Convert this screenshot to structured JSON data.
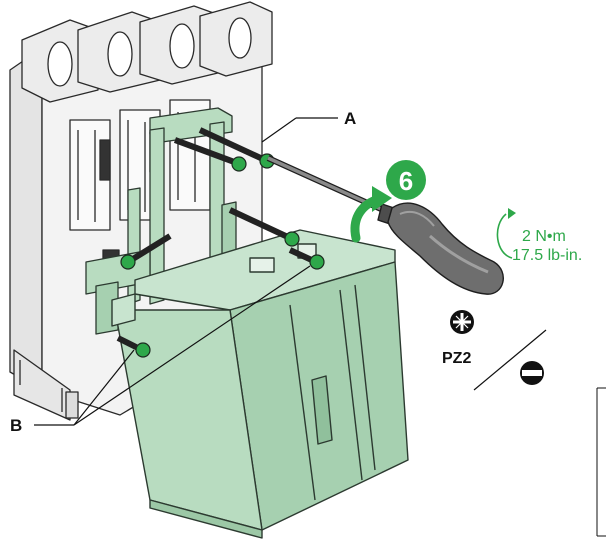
{
  "callouts": {
    "a_label": "A",
    "b_label": "B"
  },
  "step": {
    "number": "6",
    "color": "#2ea84a"
  },
  "torque": {
    "metric": "2 N•m",
    "imperial": "17.5 lb-in.",
    "color": "#2ea84a"
  },
  "tools": {
    "phillips_label": "PZ2",
    "phillips_icon": "pozidriv-icon",
    "flat_icon": "flat-blade-icon"
  },
  "colors": {
    "cover_fill": "#b8dcc0",
    "cover_stroke": "#2c3a30",
    "screw_green": "#2ea84a",
    "breaker_fill": "#f2f2f2",
    "screwdriver_handle": "#6e6e6e"
  }
}
